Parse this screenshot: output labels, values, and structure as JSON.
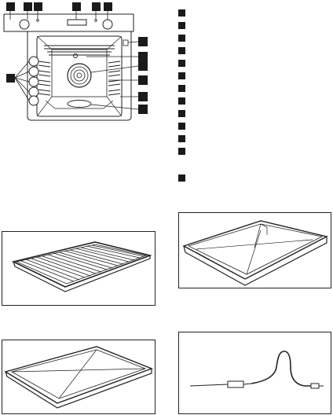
{
  "page": {
    "callout_count_top": 6,
    "legend_items": 13,
    "accessories": [
      {
        "id": "wire-shelf"
      },
      {
        "id": "deep-pan"
      },
      {
        "id": "shallow-tray"
      },
      {
        "id": "meat-probe"
      }
    ]
  },
  "colors": {
    "ink": "#1a1a1a",
    "line": "#222222",
    "background": "#ffffff"
  }
}
